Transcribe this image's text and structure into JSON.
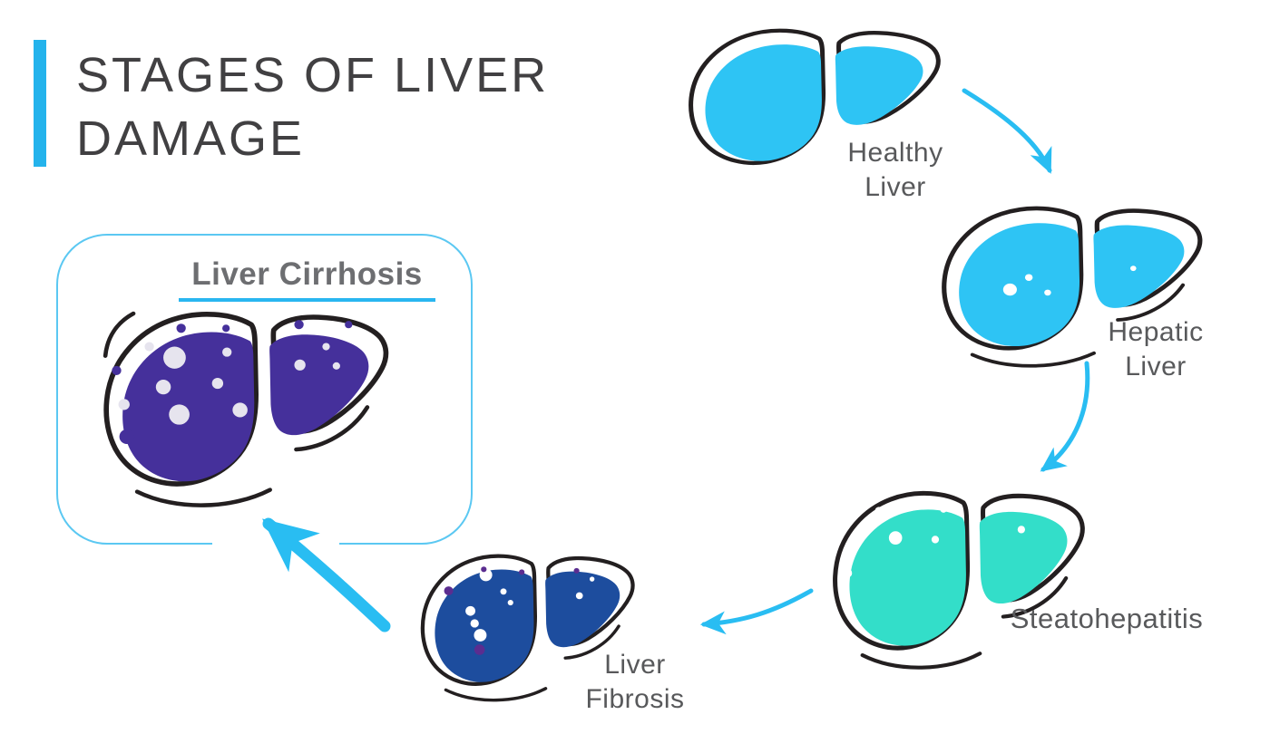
{
  "title": {
    "line1": "STAGES OF LIVER",
    "line2": "DAMAGE"
  },
  "palette": {
    "accent_bar": "#24B3EC",
    "arrow_cyan": "#29BDF2",
    "box_border": "#5BC8F2",
    "underline_cyan": "#29B6F0",
    "outline_dark": "#231F20",
    "label_gray": "#58595B",
    "title_gray": "#414042",
    "cirrhosis_title_gray": "#6D6E71"
  },
  "stages": [
    {
      "name": "Healthy Liver",
      "lines": [
        "Healthy",
        "Liver"
      ],
      "fill": "#2EC4F4"
    },
    {
      "name": "Hepatic Liver",
      "lines": [
        "Hepatic",
        "Liver"
      ],
      "fill": "#2EC4F4",
      "spot_color": "#FFFFFF"
    },
    {
      "name": "Steatohepatitis",
      "lines": [
        "Steatohepatitis"
      ],
      "fill": "#33DEC9",
      "spot_color": "#FFFFFF"
    },
    {
      "name": "Liver Fibrosis",
      "lines": [
        "Liver",
        "Fibrosis"
      ],
      "fill": "#1D4D9E",
      "spot_color": "#FFFFFF",
      "spot_accent": "#5B2D90"
    },
    {
      "name": "Liver Cirrhosis",
      "lines": [
        "Liver Cirrhosis"
      ],
      "fill": "#45309B",
      "spot_color": "#E6E4EE"
    }
  ],
  "flow_order": [
    "Healthy Liver",
    "Hepatic Liver",
    "Steatohepatitis",
    "Liver Fibrosis",
    "Liver Cirrhosis"
  ]
}
